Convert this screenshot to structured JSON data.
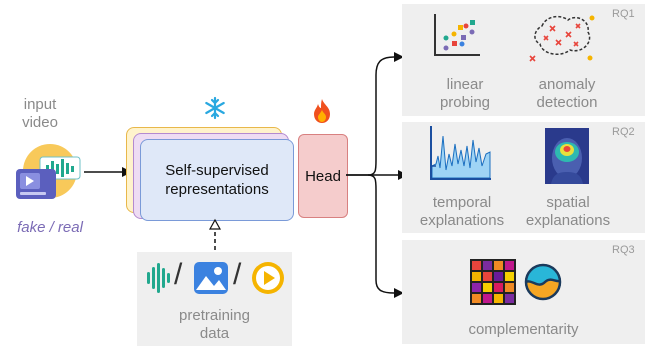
{
  "input": {
    "label_line1": "input",
    "label_line2": "video",
    "class_label": "fake / real"
  },
  "model": {
    "representation_line1": "Self-supervised",
    "representation_line2": "representations",
    "head_label": "Head"
  },
  "pretraining": {
    "label_line1": "pretraining",
    "label_line2": "data",
    "separator": "/"
  },
  "rq1": {
    "tag": "RQ1",
    "linear_probing_line1": "linear",
    "linear_probing_line2": "probing",
    "anomaly_line1": "anomaly",
    "anomaly_line2": "detection"
  },
  "rq2": {
    "tag": "RQ2",
    "temporal_line1": "temporal",
    "temporal_line2": "explanations",
    "spatial_line1": "spatial",
    "spatial_line2": "explanations"
  },
  "rq3": {
    "tag": "RQ3",
    "label": "complementarity"
  },
  "colors": {
    "frozen_icon": "#29a8e0",
    "fire_icon": "#f0501e",
    "repr_fill": "#dfe8f8",
    "repr_border": "#7a9ad8",
    "head_fill": "#f5cccc",
    "head_border": "#d88080",
    "panel_bg": "#efefef",
    "accent_purple": "#7b6bb5",
    "audio_teal": "#21a88e",
    "image_blue": "#3b82e0",
    "video_yellow": "#f5b400"
  },
  "icons": [
    "snowflake-icon",
    "fire-icon",
    "audio-waveform-icon",
    "image-icon",
    "play-icon",
    "scatter-plot-icon",
    "anomaly-cluster-icon",
    "temporal-signal-icon",
    "heatmap-face-icon",
    "color-grid-icon",
    "wave-circle-icon",
    "video-input-icon"
  ]
}
